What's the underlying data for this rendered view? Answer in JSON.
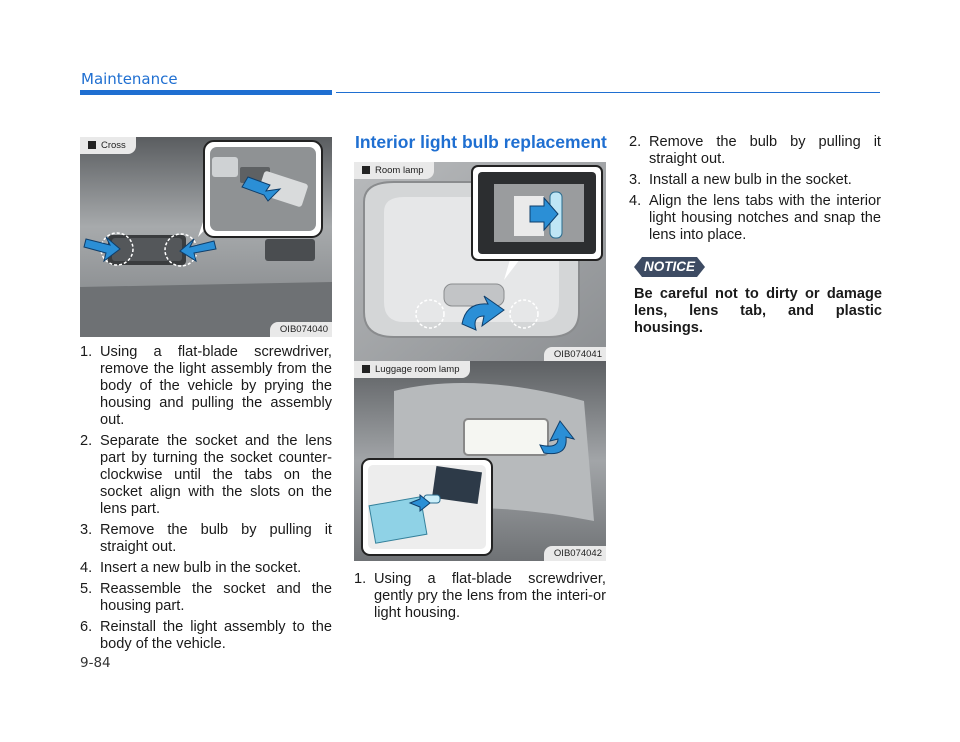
{
  "header": {
    "section": "Maintenance"
  },
  "figures": {
    "cross": {
      "label": "Cross",
      "code": "OIB074040"
    },
    "room_lamp": {
      "label": "Room lamp",
      "code": "OIB074041"
    },
    "luggage_lamp": {
      "label": "Luggage room lamp",
      "code": "OIB074042"
    }
  },
  "left_steps": [
    {
      "num": "1.",
      "text": "Using a flat-blade screwdriver, remove the light assembly from the body of the vehicle by prying the housing and pulling the assembly out."
    },
    {
      "num": "2.",
      "text": "Separate the socket and the lens part by turning the socket counter-clockwise until the tabs on the socket align with the slots on the lens part."
    },
    {
      "num": "3.",
      "text": "Remove the bulb by pulling it straight out."
    },
    {
      "num": "4.",
      "text": "Insert a new bulb in the socket."
    },
    {
      "num": "5.",
      "text": "Reassemble the socket and the housing part."
    },
    {
      "num": "6.",
      "text": "Reinstall the light assembly to the body of the vehicle."
    }
  ],
  "interior": {
    "title": "Interior light bulb replacement",
    "steps": [
      {
        "num": "1.",
        "text": "Using a flat-blade screwdriver, gently pry the lens from the interi-or light housing."
      }
    ]
  },
  "right_steps": [
    {
      "num": "2.",
      "text": "Remove the bulb by pulling it straight out."
    },
    {
      "num": "3.",
      "text": "Install a new bulb in the socket."
    },
    {
      "num": "4.",
      "text": "Align the lens tabs with the interior light housing notches and snap the lens into place."
    }
  ],
  "notice": {
    "badge": "NOTICE",
    "text": "Be careful not to dirty or damage lens, lens tab, and plastic housings."
  },
  "page_number": "9-84",
  "colors": {
    "accent": "#1f6fd1",
    "notice_badge": "#3d4b63",
    "arrow": "#2b8fd6"
  }
}
